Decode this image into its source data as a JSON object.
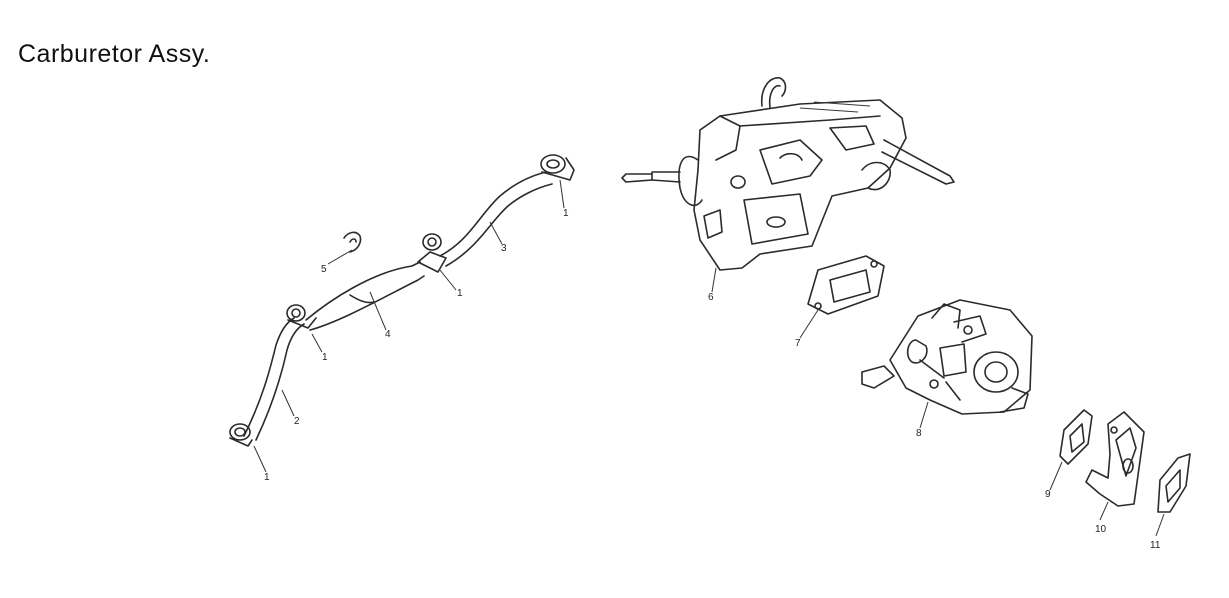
{
  "title": "Carburetor Assy.",
  "callouts": [
    "1",
    "1",
    "1",
    "1",
    "2",
    "3",
    "4",
    "5",
    "6",
    "7",
    "8",
    "9",
    "10",
    "11"
  ]
}
